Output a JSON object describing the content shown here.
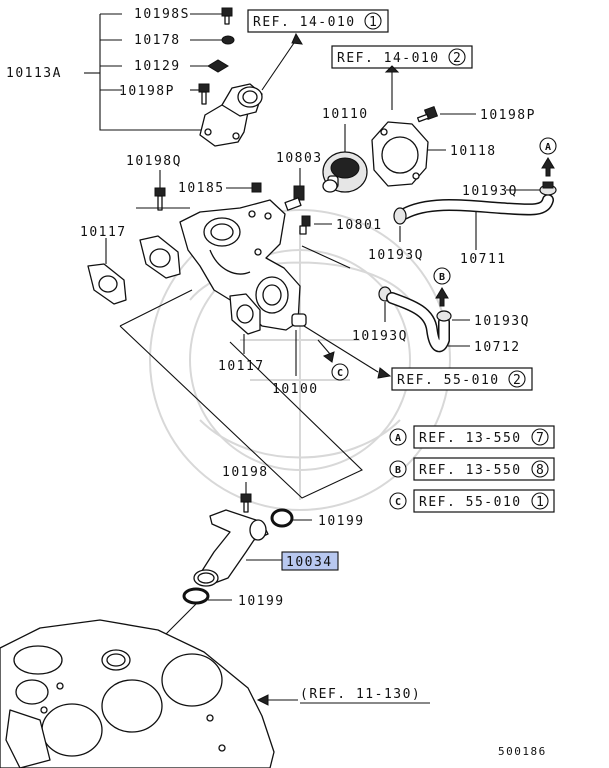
{
  "diagram": {
    "watermark": "watermark-emblem",
    "parts": {
      "p10198s": "10198S",
      "p10178": "10178",
      "p10129": "10129",
      "p10198p_a": "10198P",
      "p10113a": "10113A",
      "p10110": "10110",
      "p10198p_b": "10198P",
      "p10118": "10118",
      "p10198q": "10198Q",
      "p10803": "10803",
      "p10185": "10185",
      "p10193q_a": "10193Q",
      "p10117_a": "10117",
      "p10801": "10801",
      "p10193q_b": "10193Q",
      "p10711": "10711",
      "p10193q_c": "10193Q",
      "p10193q_d": "10193Q",
      "p10712": "10712",
      "p10117_b": "10117",
      "p10100": "10100",
      "p10198": "10198",
      "p10199_a": "10199",
      "p10034": "10034",
      "p10199_b": "10199",
      "diagram_no": "500186"
    },
    "refs": {
      "r1": {
        "text": "REF. 14-010",
        "num": "1"
      },
      "r2": {
        "text": "REF. 14-010",
        "num": "2"
      },
      "r3": {
        "text": "REF. 55-010",
        "num": "2"
      },
      "r4": {
        "text": "(REF. 11-130)"
      }
    },
    "connectors": {
      "A": "A",
      "B": "B",
      "C": "C"
    },
    "legend": [
      {
        "letter": "A",
        "text": "REF. 13-550",
        "num": "7"
      },
      {
        "letter": "B",
        "text": "REF. 13-550",
        "num": "8"
      },
      {
        "letter": "C",
        "text": "REF. 55-010",
        "num": "1"
      }
    ],
    "highlight_color": "#b8c8f0"
  }
}
